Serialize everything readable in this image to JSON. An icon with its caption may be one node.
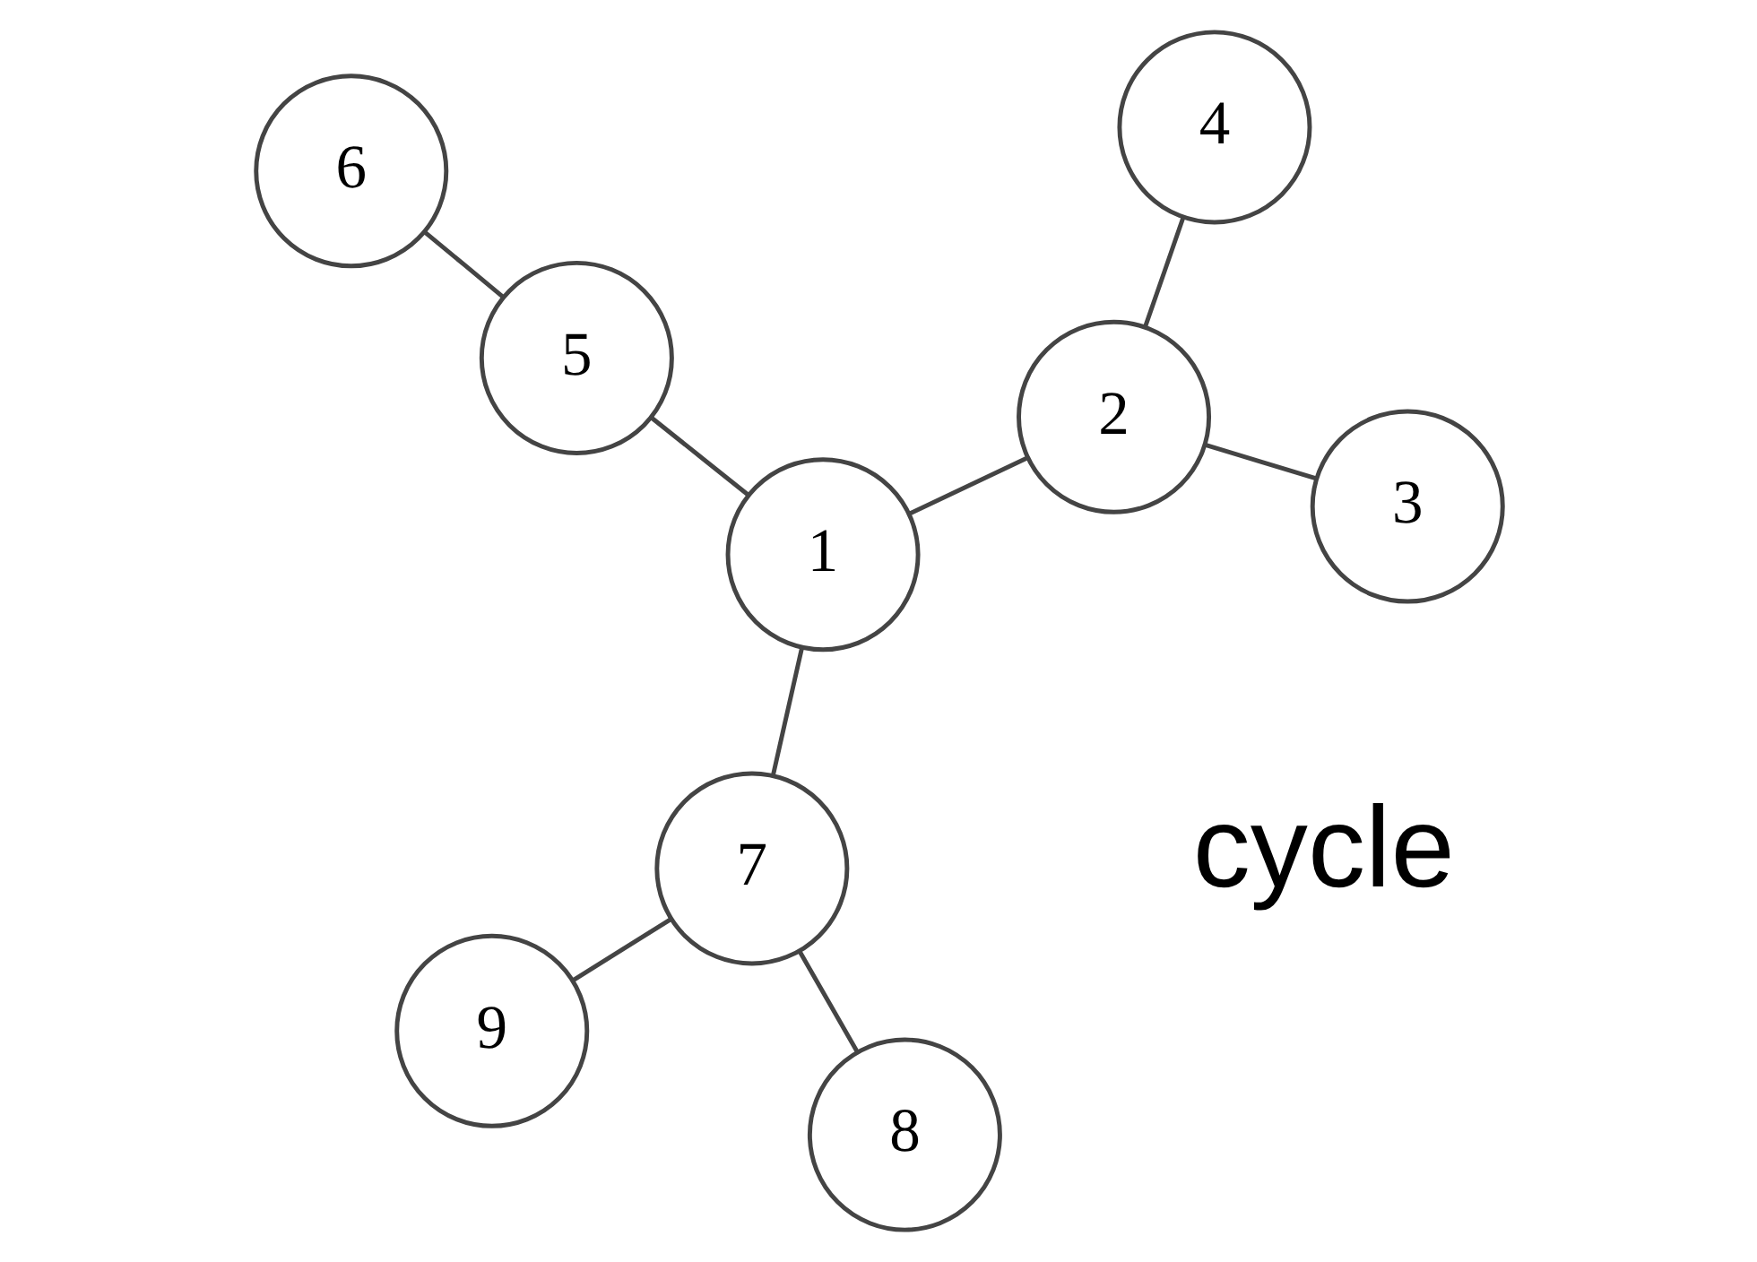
{
  "diagram": {
    "nodes": [
      {
        "text": [
          "1"
        ]
      },
      {
        "text": [
          "2"
        ]
      },
      {
        "text": [
          "3"
        ]
      },
      {
        "text": [
          "4"
        ]
      },
      {
        "text": [
          "5"
        ]
      },
      {
        "text": [
          "6"
        ]
      },
      {
        "text": [
          "7"
        ]
      },
      {
        "text": [
          "8"
        ]
      },
      {
        "text": [
          "9"
        ]
      }
    ],
    "edges": [
      {
        "from": 2,
        "to": 1,
        "arrow": "none"
      },
      {
        "from": 3,
        "to": 1,
        "arrow": "none"
      },
      {
        "from": 1,
        "to": 0,
        "arrow": "none"
      },
      {
        "from": 0,
        "to": 6,
        "arrow": "none"
      },
      {
        "from": 6,
        "to": 7,
        "arrow": "none"
      },
      {
        "from": 6,
        "to": 8,
        "arrow": "none"
      },
      {
        "from": 0,
        "to": 4,
        "arrow": "none"
      },
      {
        "from": 4,
        "to": 5,
        "arrow": "none"
      }
    ],
    "labels": [
      "cycle"
    ]
  }
}
